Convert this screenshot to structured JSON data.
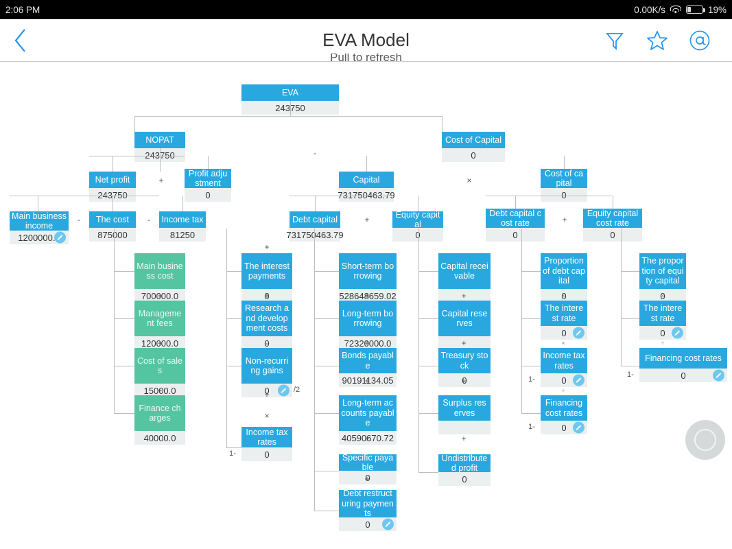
{
  "status_bar": {
    "time": "2:06 PM",
    "network_speed": "0.00K/s",
    "battery": "19%",
    "wifi_icon": "wifi-icon",
    "battery_icon": "battery-icon"
  },
  "app_bar": {
    "title": "EVA Model",
    "back_icon": "chevron-left-icon",
    "actions": [
      {
        "name": "filter-icon",
        "label": "Filter"
      },
      {
        "name": "star-icon",
        "label": "Favorite"
      },
      {
        "name": "at-icon",
        "label": "Mention"
      }
    ]
  },
  "refresh": {
    "text": "Pull to refresh"
  },
  "fab": {
    "icon": "ring-icon",
    "label": ""
  },
  "chart_data": {
    "type": "tree",
    "title": "EVA Model",
    "nodes": [
      {
        "id": "eva",
        "label": "EVA",
        "value": "243750"
      },
      {
        "id": "nopat",
        "label": "NOPAT",
        "value": "243750"
      },
      {
        "id": "cost_capital",
        "label": "Cost of Capital",
        "value": "0"
      },
      {
        "id": "net_profit",
        "label": "Net profit",
        "value": "243750"
      },
      {
        "id": "profit_adj",
        "label": "Profit adjustment",
        "value": "0"
      },
      {
        "id": "capital",
        "label": "Capital",
        "value": "731750463.79"
      },
      {
        "id": "cost_of_cap",
        "label": "Cost of capital",
        "value": "0"
      },
      {
        "id": "main_inc",
        "label": "Main business income",
        "value": "1200000.0",
        "editable": true
      },
      {
        "id": "the_cost",
        "label": "The cost",
        "value": "875000"
      },
      {
        "id": "income_tax",
        "label": "Income tax",
        "value": "81250"
      },
      {
        "id": "debt_capital",
        "label": "Debt capital",
        "value": "731750463.79"
      },
      {
        "id": "equity_capital",
        "label": "Equity capital",
        "value": "0"
      },
      {
        "id": "debt_cost_rate",
        "label": "Debt capital cost rate",
        "value": "0"
      },
      {
        "id": "eq_cost_rate",
        "label": "Equity capital cost rate",
        "value": "0"
      },
      {
        "id": "main_bus_cost",
        "label": "Main business cost",
        "value": "700000.0",
        "color": "green"
      },
      {
        "id": "mgmt_fees",
        "label": "Management fees",
        "value": "120000.0",
        "color": "green"
      },
      {
        "id": "cost_of_sales",
        "label": "Cost of sales",
        "value": "15000.0",
        "color": "green"
      },
      {
        "id": "fin_charges",
        "label": "Finance charges",
        "value": "40000.0",
        "color": "green"
      },
      {
        "id": "interest_pay",
        "label": "The interest payments",
        "value": "0"
      },
      {
        "id": "rnd_costs",
        "label": "Research and development costs",
        "value": "0"
      },
      {
        "id": "nonrec_gains",
        "label": "Non-recurring gains",
        "value": "0",
        "editable": true,
        "suffix": "/2"
      },
      {
        "id": "inc_tax_rates",
        "label": "Income tax rates",
        "value": "0",
        "prefix": "1-"
      },
      {
        "id": "st_borrow",
        "label": "Short-term borrowing",
        "value": "528648659.02"
      },
      {
        "id": "lt_borrow",
        "label": "Long-term borrowing",
        "value": "72320000.0"
      },
      {
        "id": "bonds",
        "label": "Bonds payable",
        "value": "90191134.05"
      },
      {
        "id": "lt_accounts",
        "label": "Long-term accounts payable",
        "value": "40590670.72"
      },
      {
        "id": "spec_payable",
        "label": "Specific payable",
        "value": "0"
      },
      {
        "id": "debt_restruct",
        "label": "Debt restructuring payments",
        "value": "0",
        "editable": true
      },
      {
        "id": "cap_receivable",
        "label": "Capital receivable",
        "value": ""
      },
      {
        "id": "cap_reserves",
        "label": "Capital reserves",
        "value": ""
      },
      {
        "id": "treasury",
        "label": "Treasury stock",
        "value": "0"
      },
      {
        "id": "surplus_res",
        "label": "Surplus reserves",
        "value": ""
      },
      {
        "id": "undist_profit",
        "label": "Undistributed profit",
        "value": "0"
      },
      {
        "id": "prop_debt_cap",
        "label": "Proportion of debt capital",
        "value": "0"
      },
      {
        "id": "int_rate_d",
        "label": "The interest rate",
        "value": "0",
        "editable": true
      },
      {
        "id": "inc_tax_rate_d",
        "label": "Income tax rates",
        "value": "0",
        "editable": true,
        "prefix": "1-"
      },
      {
        "id": "fin_cost_rate_d",
        "label": "Financing cost rates",
        "value": "0",
        "editable": true,
        "prefix": "1-"
      },
      {
        "id": "prop_eq_cap",
        "label": "The proportion of equity capital",
        "value": "0"
      },
      {
        "id": "int_rate_e",
        "label": "The interest rate",
        "value": "0",
        "editable": true
      },
      {
        "id": "fin_cost_rate_e",
        "label": "Financing cost rates",
        "value": "0",
        "editable": true,
        "prefix": "1-"
      }
    ],
    "operators": [
      {
        "id": "op_eva",
        "symbol": "-"
      },
      {
        "id": "op_nopat",
        "symbol": "+"
      },
      {
        "id": "op_netprofit1",
        "symbol": "-"
      },
      {
        "id": "op_netprofit2",
        "symbol": "-"
      },
      {
        "id": "op_capital",
        "symbol": "+"
      },
      {
        "id": "op_coc",
        "symbol": "×"
      },
      {
        "id": "op_coc2",
        "symbol": "+"
      },
      {
        "id": "op_cost1",
        "symbol": "+"
      },
      {
        "id": "op_cost2",
        "symbol": "+"
      },
      {
        "id": "op_cost3",
        "symbol": "+"
      },
      {
        "id": "op_int0",
        "symbol": "+"
      },
      {
        "id": "op_int1",
        "symbol": "+"
      },
      {
        "id": "op_int2",
        "symbol": "-"
      },
      {
        "id": "op_int3",
        "symbol": "+"
      },
      {
        "id": "op_int4",
        "symbol": "×"
      },
      {
        "id": "op_debt1",
        "symbol": "+"
      },
      {
        "id": "op_debt2",
        "symbol": "+"
      },
      {
        "id": "op_debt3",
        "symbol": "+"
      },
      {
        "id": "op_debt4",
        "symbol": "+"
      },
      {
        "id": "op_debt5",
        "symbol": "+"
      },
      {
        "id": "op_eq1",
        "symbol": "+"
      },
      {
        "id": "op_eq2",
        "symbol": "+"
      },
      {
        "id": "op_eq3",
        "symbol": "+"
      },
      {
        "id": "op_eq4",
        "symbol": "+"
      },
      {
        "id": "op_dr1",
        "symbol": "×"
      },
      {
        "id": "op_dr2",
        "symbol": "×"
      },
      {
        "id": "op_dr3",
        "symbol": "÷"
      },
      {
        "id": "op_er1",
        "symbol": "×"
      },
      {
        "id": "op_er2",
        "symbol": "÷"
      }
    ]
  }
}
